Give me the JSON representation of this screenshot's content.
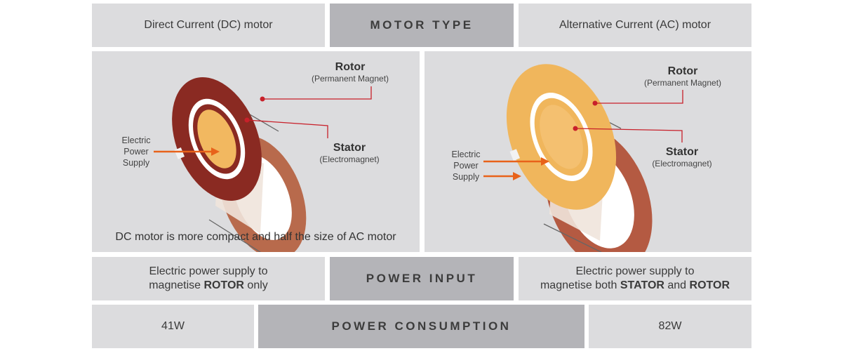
{
  "row1": {
    "left": "Direct Current (DC) motor",
    "header": "MOTOR TYPE",
    "right": "Alternative Current (AC) motor"
  },
  "dc_diagram": {
    "rotor_title": "Rotor",
    "rotor_sub": "(Permanent Magnet)",
    "stator_title": "Stator",
    "stator_sub": "(Electromagnet)",
    "eps_line1": "Electric",
    "eps_line2": "Power",
    "eps_line3": "Supply",
    "caption": "DC motor is more compact and half the size of AC motor",
    "colors": {
      "rotor": "#8a2a22",
      "inner": "#f2b860",
      "stator": "#b86a4c",
      "accent": "#e8621a",
      "pointer": "#c8202a"
    }
  },
  "ac_diagram": {
    "rotor_title": "Rotor",
    "rotor_sub": "(Permanent Magnet)",
    "stator_title": "Stator",
    "stator_sub": "(Electromagnet)",
    "eps_line1": "Electric",
    "eps_line2": "Power",
    "eps_line3": "Supply",
    "colors": {
      "rotor": "#f0b65c",
      "inner": "#f4c070",
      "stator": "#b45a42",
      "accent": "#e8621a",
      "pointer": "#c8202a"
    }
  },
  "row3": {
    "left_line1": "Electric power supply to",
    "left_pre": "magnetise ",
    "left_bold": "ROTOR",
    "left_post": " only",
    "header": "POWER INPUT",
    "right_line1": "Electric power supply to",
    "right_pre": "magnetise both ",
    "right_bold1": "STATOR",
    "right_mid": " and ",
    "right_bold2": "ROTOR"
  },
  "row4": {
    "left": "41W",
    "header": "POWER CONSUMPTION",
    "right": "82W"
  }
}
